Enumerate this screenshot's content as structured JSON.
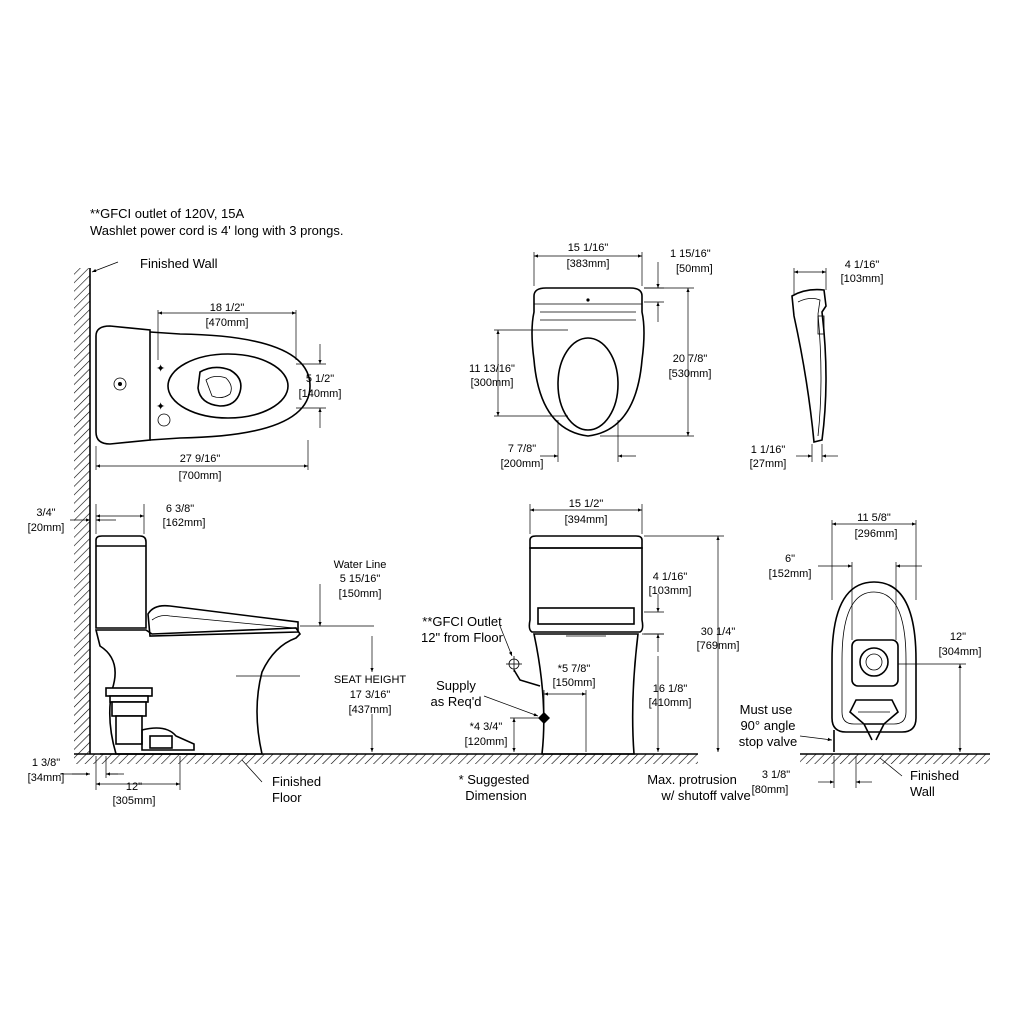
{
  "notes": {
    "gfci_line1": "**GFCI outlet of 120V, 15A",
    "gfci_line2": "Washlet power cord is 4' long with 3 prongs."
  },
  "top_view": {
    "finished_wall": "Finished Wall",
    "width_in": "18 1/2\"",
    "width_mm": "[470mm]",
    "offset_in": "5 1/2\"",
    "offset_mm": "[140mm]",
    "length_in": "27 9/16\"",
    "length_mm": "[700mm]"
  },
  "seat_top": {
    "width_in": "15 1/16\"",
    "width_mm": "[383mm]",
    "hinge_in": "1 15/16\"",
    "hinge_mm": "[50mm]",
    "opening_in": "11 13/16\"",
    "opening_mm": "[300mm]",
    "length_in": "20 7/8\"",
    "length_mm": "[530mm]",
    "front_in": "7 7/8\"",
    "front_mm": "[200mm]"
  },
  "seat_side": {
    "depth_in": "4 1/16\"",
    "depth_mm": "[103mm]",
    "thick_in": "1 1/16\"",
    "thick_mm": "[27mm]"
  },
  "side_view": {
    "wall_gap_in": "3/4\"",
    "wall_gap_mm": "[20mm]",
    "tank_in": "6 3/8\"",
    "tank_mm": "[162mm]",
    "water_line": "Water Line",
    "water_in": "5 15/16\"",
    "water_mm": "[150mm]",
    "seat_height": "SEAT HEIGHT",
    "seat_in": "17 3/16\"",
    "seat_mm": "[437mm]",
    "floor_gap_in": "1 3/8\"",
    "floor_gap_mm": "[34mm]",
    "rough_in": "12\"",
    "rough_mm": "[305mm]",
    "finished_floor_1": "Finished",
    "finished_floor_2": "Floor"
  },
  "front_view": {
    "width_in": "15 1/2\"",
    "width_mm": "[394mm]",
    "gfci_1": "**GFCI Outlet",
    "gfci_2": "12\" from Floor",
    "supply_1": "Supply",
    "supply_2": "as Req'd",
    "sup_w_in": "*5 7/8\"",
    "sup_w_mm": "[150mm]",
    "sup_h_in": "*4 3/4\"",
    "sup_h_mm": "[120mm]",
    "lid_in": "4 1/16\"",
    "lid_mm": "[103mm]",
    "rim_in": "16 1/8\"",
    "rim_mm": "[410mm]",
    "total_in": "30 1/4\"",
    "total_mm": "[769mm]",
    "suggested_1": "* Suggested",
    "suggested_2": "Dimension",
    "protrusion_1": "Max. protrusion",
    "protrusion_2": "w/ shutoff valve"
  },
  "rear_view": {
    "width_in": "11 5/8\"",
    "width_mm": "[296mm]",
    "inner_in": "6\"",
    "inner_mm": "[152mm]",
    "height_in": "12\"",
    "height_mm": "[304mm]",
    "valve_1": "Must use",
    "valve_2": "90° angle",
    "valve_3": "stop valve",
    "protrude_in": "3 1/8\"",
    "protrude_mm": "[80mm]",
    "finished_wall_1": "Finished",
    "finished_wall_2": "Wall"
  }
}
